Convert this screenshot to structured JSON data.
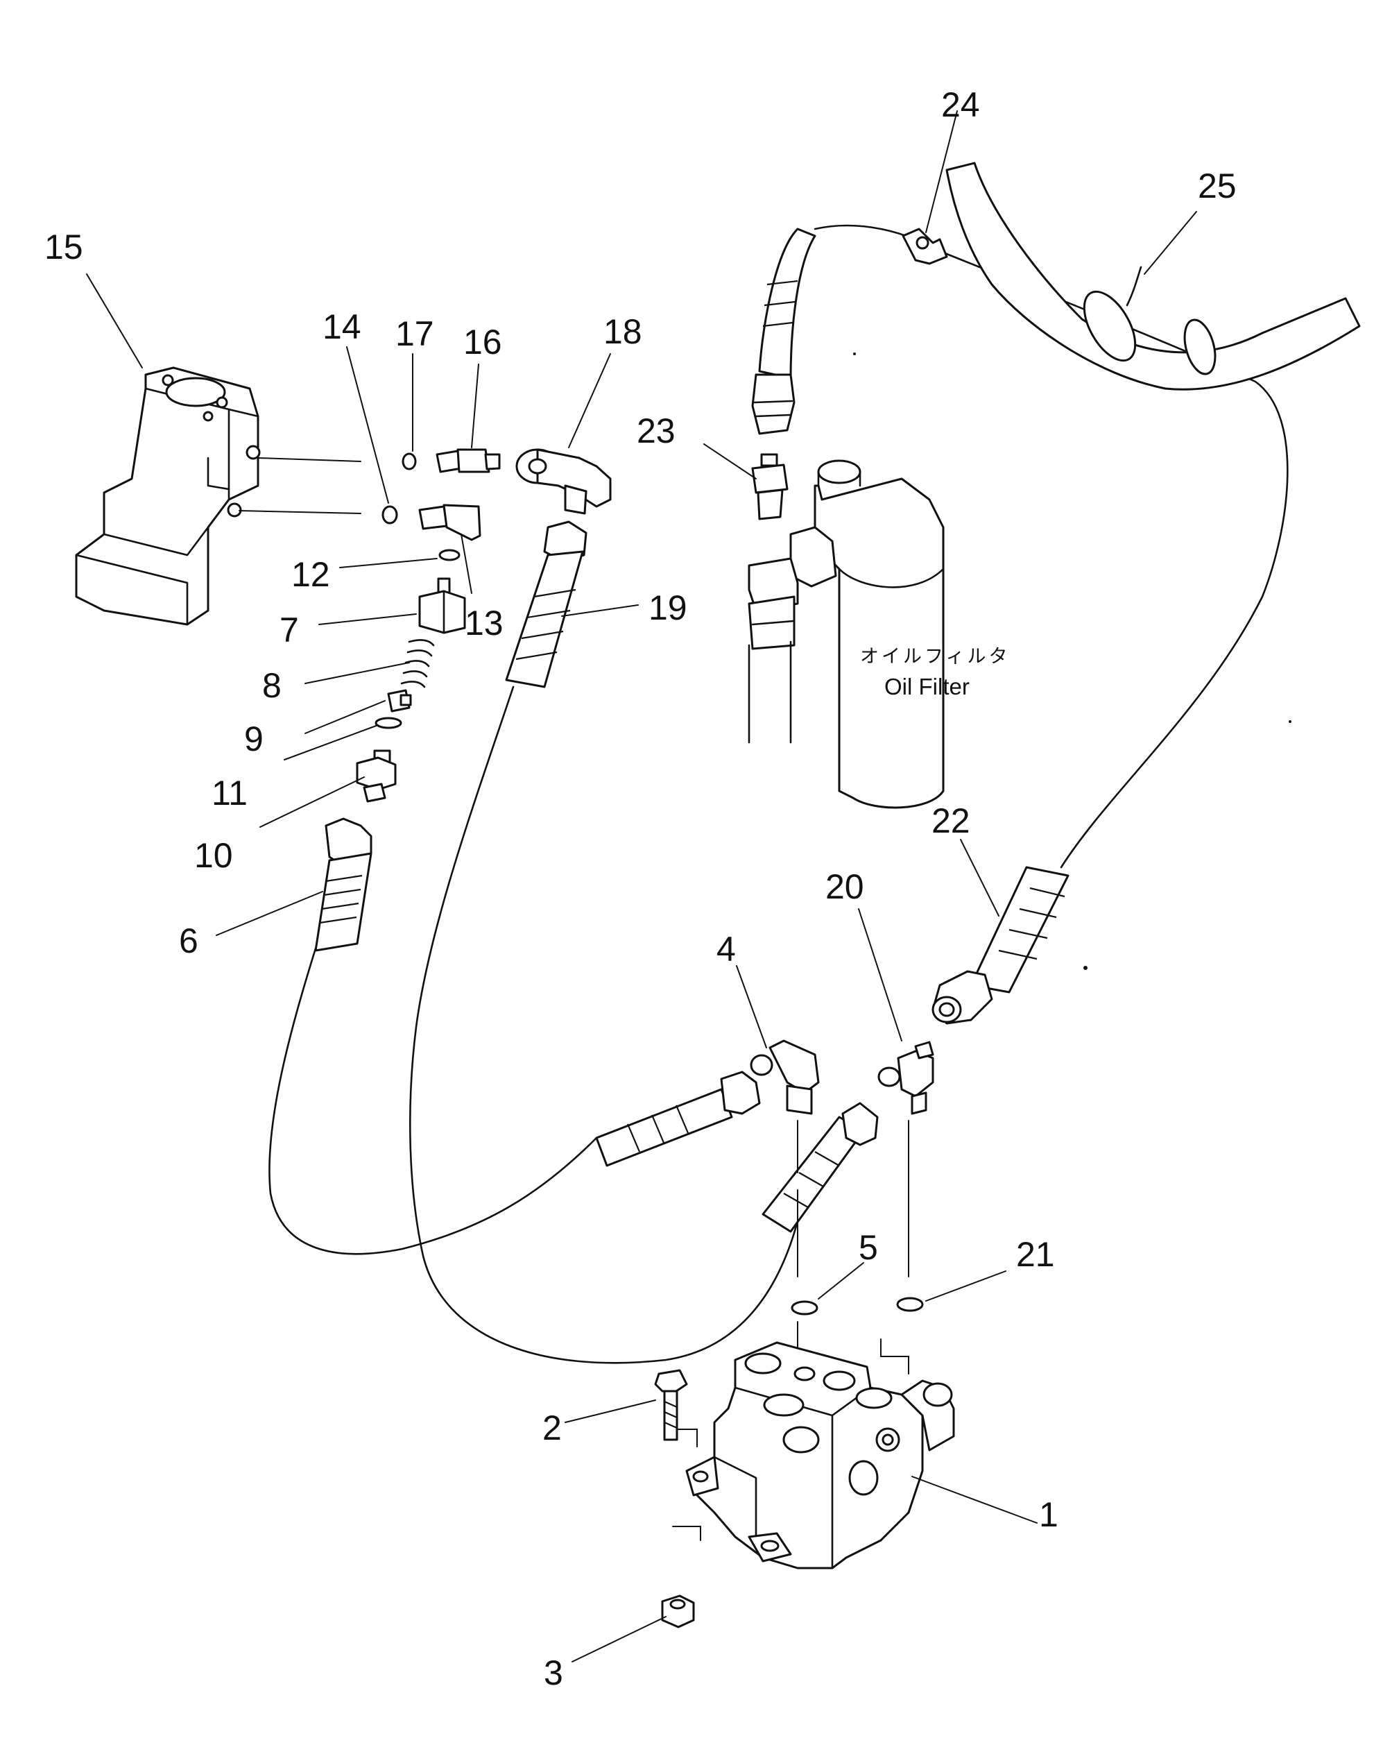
{
  "diagram": {
    "callouts": [
      {
        "id": "c1",
        "label": "1"
      },
      {
        "id": "c2",
        "label": "2"
      },
      {
        "id": "c3",
        "label": "3"
      },
      {
        "id": "c4",
        "label": "4"
      },
      {
        "id": "c5",
        "label": "5"
      },
      {
        "id": "c6",
        "label": "6"
      },
      {
        "id": "c7",
        "label": "7"
      },
      {
        "id": "c8",
        "label": "8"
      },
      {
        "id": "c9",
        "label": "9"
      },
      {
        "id": "c10",
        "label": "10"
      },
      {
        "id": "c11",
        "label": "11"
      },
      {
        "id": "c12",
        "label": "12"
      },
      {
        "id": "c13",
        "label": "13"
      },
      {
        "id": "c14",
        "label": "14"
      },
      {
        "id": "c15",
        "label": "15"
      },
      {
        "id": "c16",
        "label": "16"
      },
      {
        "id": "c17",
        "label": "17"
      },
      {
        "id": "c18",
        "label": "18"
      },
      {
        "id": "c19",
        "label": "19"
      },
      {
        "id": "c20",
        "label": "20"
      },
      {
        "id": "c21",
        "label": "21"
      },
      {
        "id": "c22",
        "label": "22"
      },
      {
        "id": "c23",
        "label": "23"
      },
      {
        "id": "c24",
        "label": "24"
      },
      {
        "id": "c25",
        "label": "25"
      }
    ],
    "oil_filter_label_jp": "オイルフィルタ",
    "oil_filter_label_en": "Oil Filter"
  }
}
